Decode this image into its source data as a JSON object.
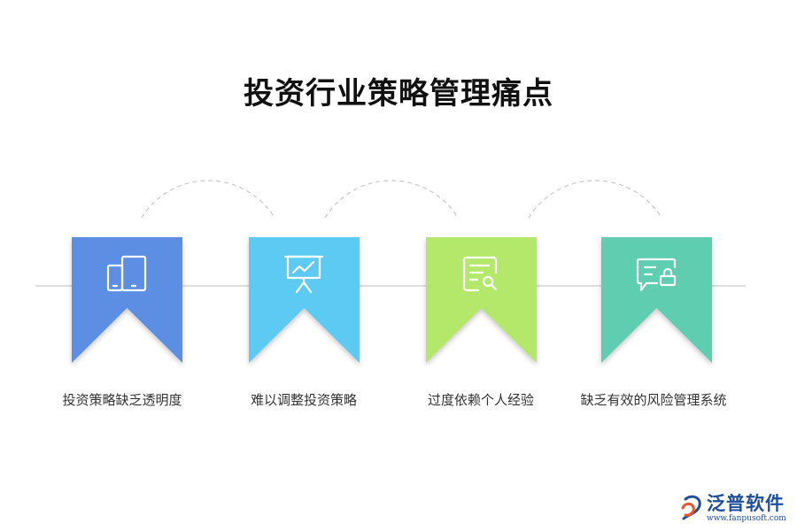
{
  "title": "投资行业策略管理痛点",
  "items": [
    {
      "label": "投资策略缺乏透明度",
      "color": "#5b8fe4",
      "icon": "tablet-devices-icon"
    },
    {
      "label": "难以调整投资策略",
      "color": "#5dcaf3",
      "icon": "presentation-chart-icon"
    },
    {
      "label": "过度依赖个人经验",
      "color": "#b4e86a",
      "icon": "document-search-icon"
    },
    {
      "label": "缺乏有效的风险管理系统",
      "color": "#5fcdb0",
      "icon": "message-lock-icon"
    }
  ],
  "logo": {
    "name": "泛普软件",
    "url": "www.fanpusoft.com"
  }
}
